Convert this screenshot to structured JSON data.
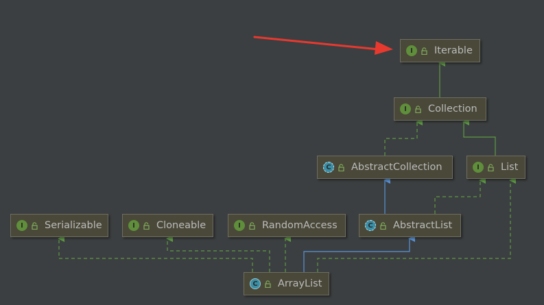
{
  "diagram": {
    "nodes": [
      {
        "id": "iterable",
        "label": "Iterable",
        "kind_letter": "I",
        "kind": "interface"
      },
      {
        "id": "collection",
        "label": "Collection",
        "kind_letter": "I",
        "kind": "interface"
      },
      {
        "id": "abstract-collection",
        "label": "AbstractCollection",
        "kind_letter": "C",
        "kind": "abstract"
      },
      {
        "id": "list",
        "label": "List",
        "kind_letter": "I",
        "kind": "interface"
      },
      {
        "id": "serializable",
        "label": "Serializable",
        "kind_letter": "I",
        "kind": "interface"
      },
      {
        "id": "cloneable",
        "label": "Cloneable",
        "kind_letter": "I",
        "kind": "interface"
      },
      {
        "id": "random-access",
        "label": "RandomAccess",
        "kind_letter": "I",
        "kind": "interface"
      },
      {
        "id": "abstract-list",
        "label": "AbstractList",
        "kind_letter": "C",
        "kind": "abstract"
      },
      {
        "id": "array-list",
        "label": "ArrayList",
        "kind_letter": "C",
        "kind": "class"
      }
    ],
    "edges": [
      {
        "from": "collection",
        "to": "iterable",
        "type": "extends"
      },
      {
        "from": "abstract-collection",
        "to": "collection",
        "type": "implements"
      },
      {
        "from": "list",
        "to": "collection",
        "type": "extends"
      },
      {
        "from": "abstract-list",
        "to": "abstract-collection",
        "type": "class-extends"
      },
      {
        "from": "abstract-list",
        "to": "list",
        "type": "implements"
      },
      {
        "from": "array-list",
        "to": "abstract-list",
        "type": "class-extends"
      },
      {
        "from": "array-list",
        "to": "list",
        "type": "implements"
      },
      {
        "from": "array-list",
        "to": "serializable",
        "type": "implements"
      },
      {
        "from": "array-list",
        "to": "cloneable",
        "type": "implements"
      },
      {
        "from": "array-list",
        "to": "random-access",
        "type": "implements"
      }
    ],
    "annotation": {
      "type": "arrow",
      "points_to": "iterable",
      "color": "#e8392f"
    }
  },
  "colors": {
    "background": "#3c3f41",
    "node_fill": "#4a4839",
    "implements_line": "#5e9b45",
    "class_extends_line": "#5a93d8",
    "interface_icon": "#5f8f3a",
    "class_icon": "#3a8fa6",
    "lock_icon": "#7fa85a"
  }
}
